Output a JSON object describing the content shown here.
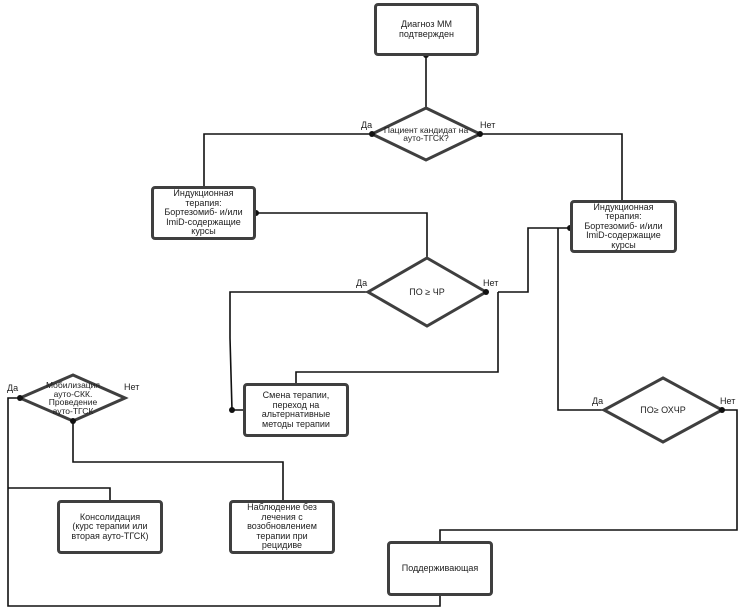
{
  "diagram": {
    "boxes": {
      "diagnosis": "Диагноз ММ\nподтвержден",
      "induction_left": "Индукционная\nтерапия:\nБортезомиб- и/или\nImiD-содержащие\nкурсы",
      "induction_right": "Индукционная\nтерапия:\nБортезомиб- и/или\nImiD-содержащие\nкурсы",
      "change_therapy": "Смена терапии,\nпереход на\nальтернативные\nметоды терапии",
      "consolidation": "Консолидация\n(курс терапии или\nвторая ауто-ТГСК)",
      "observation": "Наблюдение без\nлечения с\nвозобновлением\nтерапии при рецидиве",
      "maintenance": "Поддерживающая"
    },
    "decisions": {
      "candidate": "Пациент кандидат на\nауто-ТГСК?",
      "response_pr": "ПО ≥ ЧР",
      "mobilization": "Мобилизация\nауто-СКК.\nПроведение\nауто-ТГСК",
      "response_vgpr": "ПО≥ ОХЧР"
    },
    "labels": {
      "yes": "Да",
      "no": "Нет"
    }
  }
}
